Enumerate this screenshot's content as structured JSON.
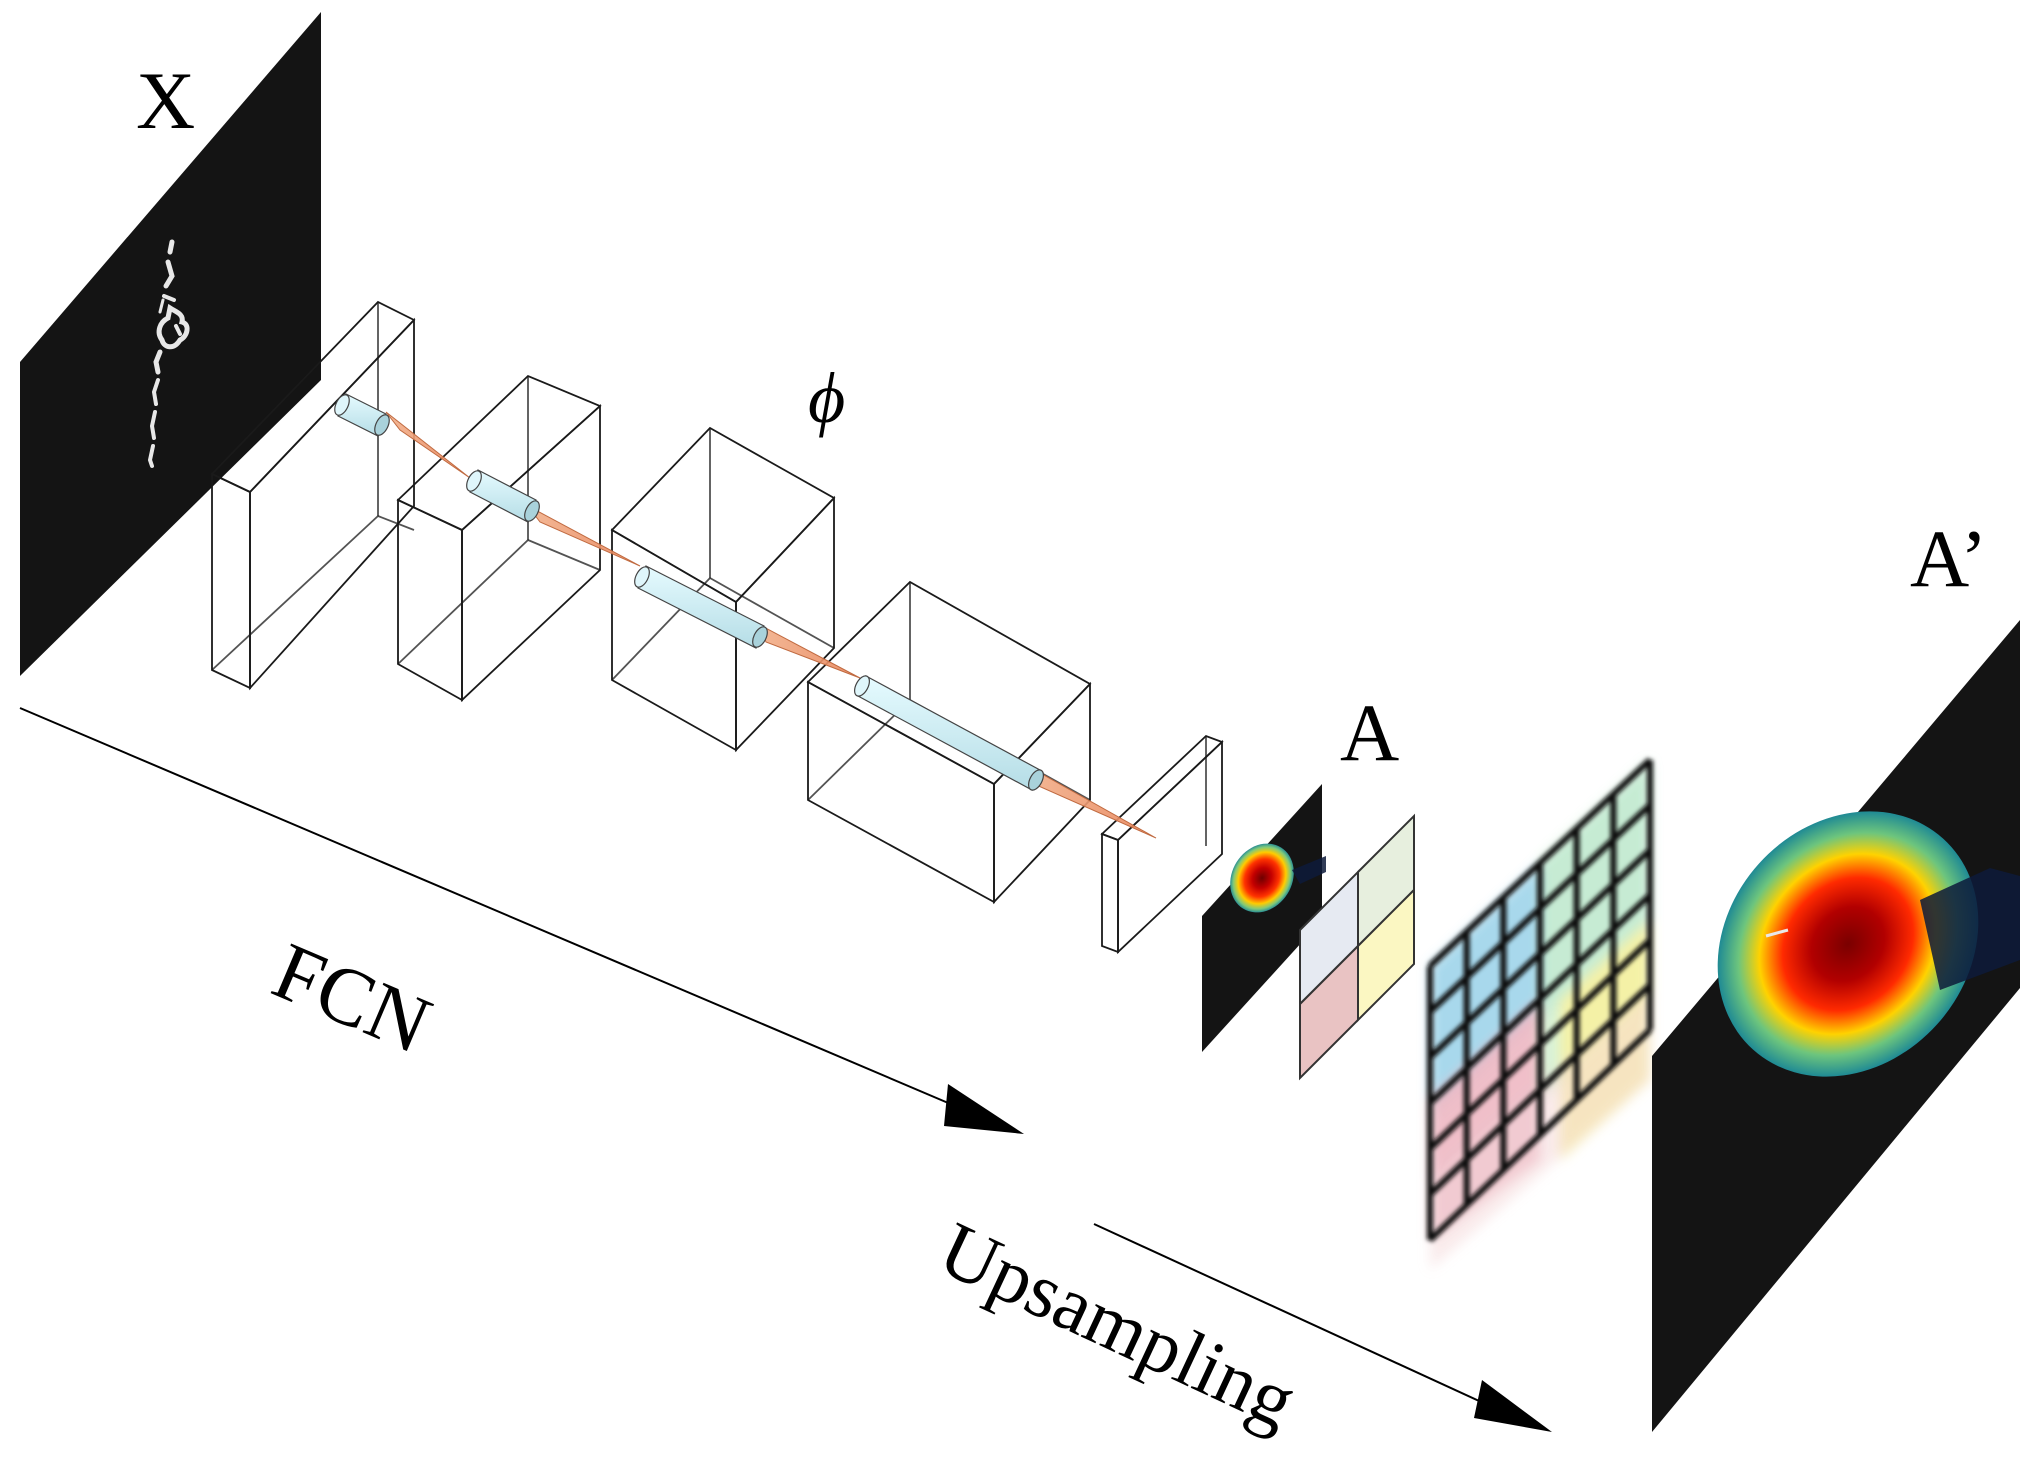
{
  "labels": {
    "input": "X",
    "features": "ϕ",
    "attention": "A",
    "output": "A’",
    "fcn": "FCN",
    "upsampling": "Upsampling"
  },
  "colors": {
    "panel": "#141414",
    "heat_core": "#8b0000",
    "heat_mid": "#ff2200",
    "heat_warm": "#ffd000",
    "heat_cool": "#2aa6a6",
    "cone": "#f4a77c",
    "cylinder": "#cfeff6",
    "quad": [
      "#e7efde",
      "#e6eaf2",
      "#fbf7c2",
      "#e9c3c3"
    ]
  }
}
